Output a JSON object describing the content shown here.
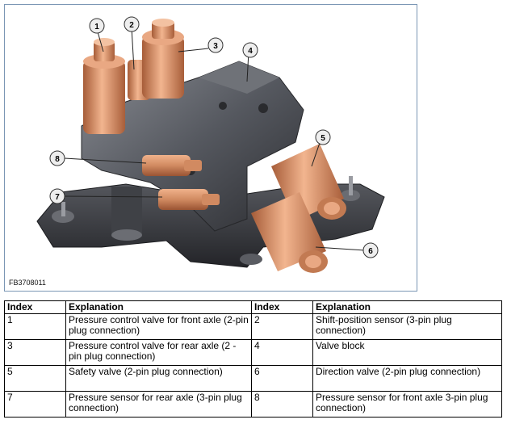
{
  "figure": {
    "code": "FB3708011",
    "callouts": [
      "1",
      "2",
      "3",
      "4",
      "5",
      "6",
      "7",
      "8"
    ]
  },
  "table": {
    "headers": [
      "Index",
      "Explanation",
      "Index",
      "Explanation"
    ],
    "rows": [
      [
        "1",
        "Pressure control valve for front axle (2-pin plug connection)",
        "2",
        "Shift-position sensor (3-pin plug connection)"
      ],
      [
        "3",
        "Pressure control valve for rear axle (2 -pin plug connection)",
        "4",
        "Valve block"
      ],
      [
        "5",
        "Safety valve (2-pin plug connection)",
        "6",
        "Direction valve (2-pin plug connection)"
      ],
      [
        "7",
        "Pressure sensor for rear axle (3-pin plug connection)",
        "8",
        "Pressure sensor for front axle 3-pin plug connection)"
      ]
    ]
  },
  "colors": {
    "frame": "#7a96b4",
    "copper": "#d9926a",
    "metal": "#4a4c52",
    "base": "#3a3b40"
  }
}
